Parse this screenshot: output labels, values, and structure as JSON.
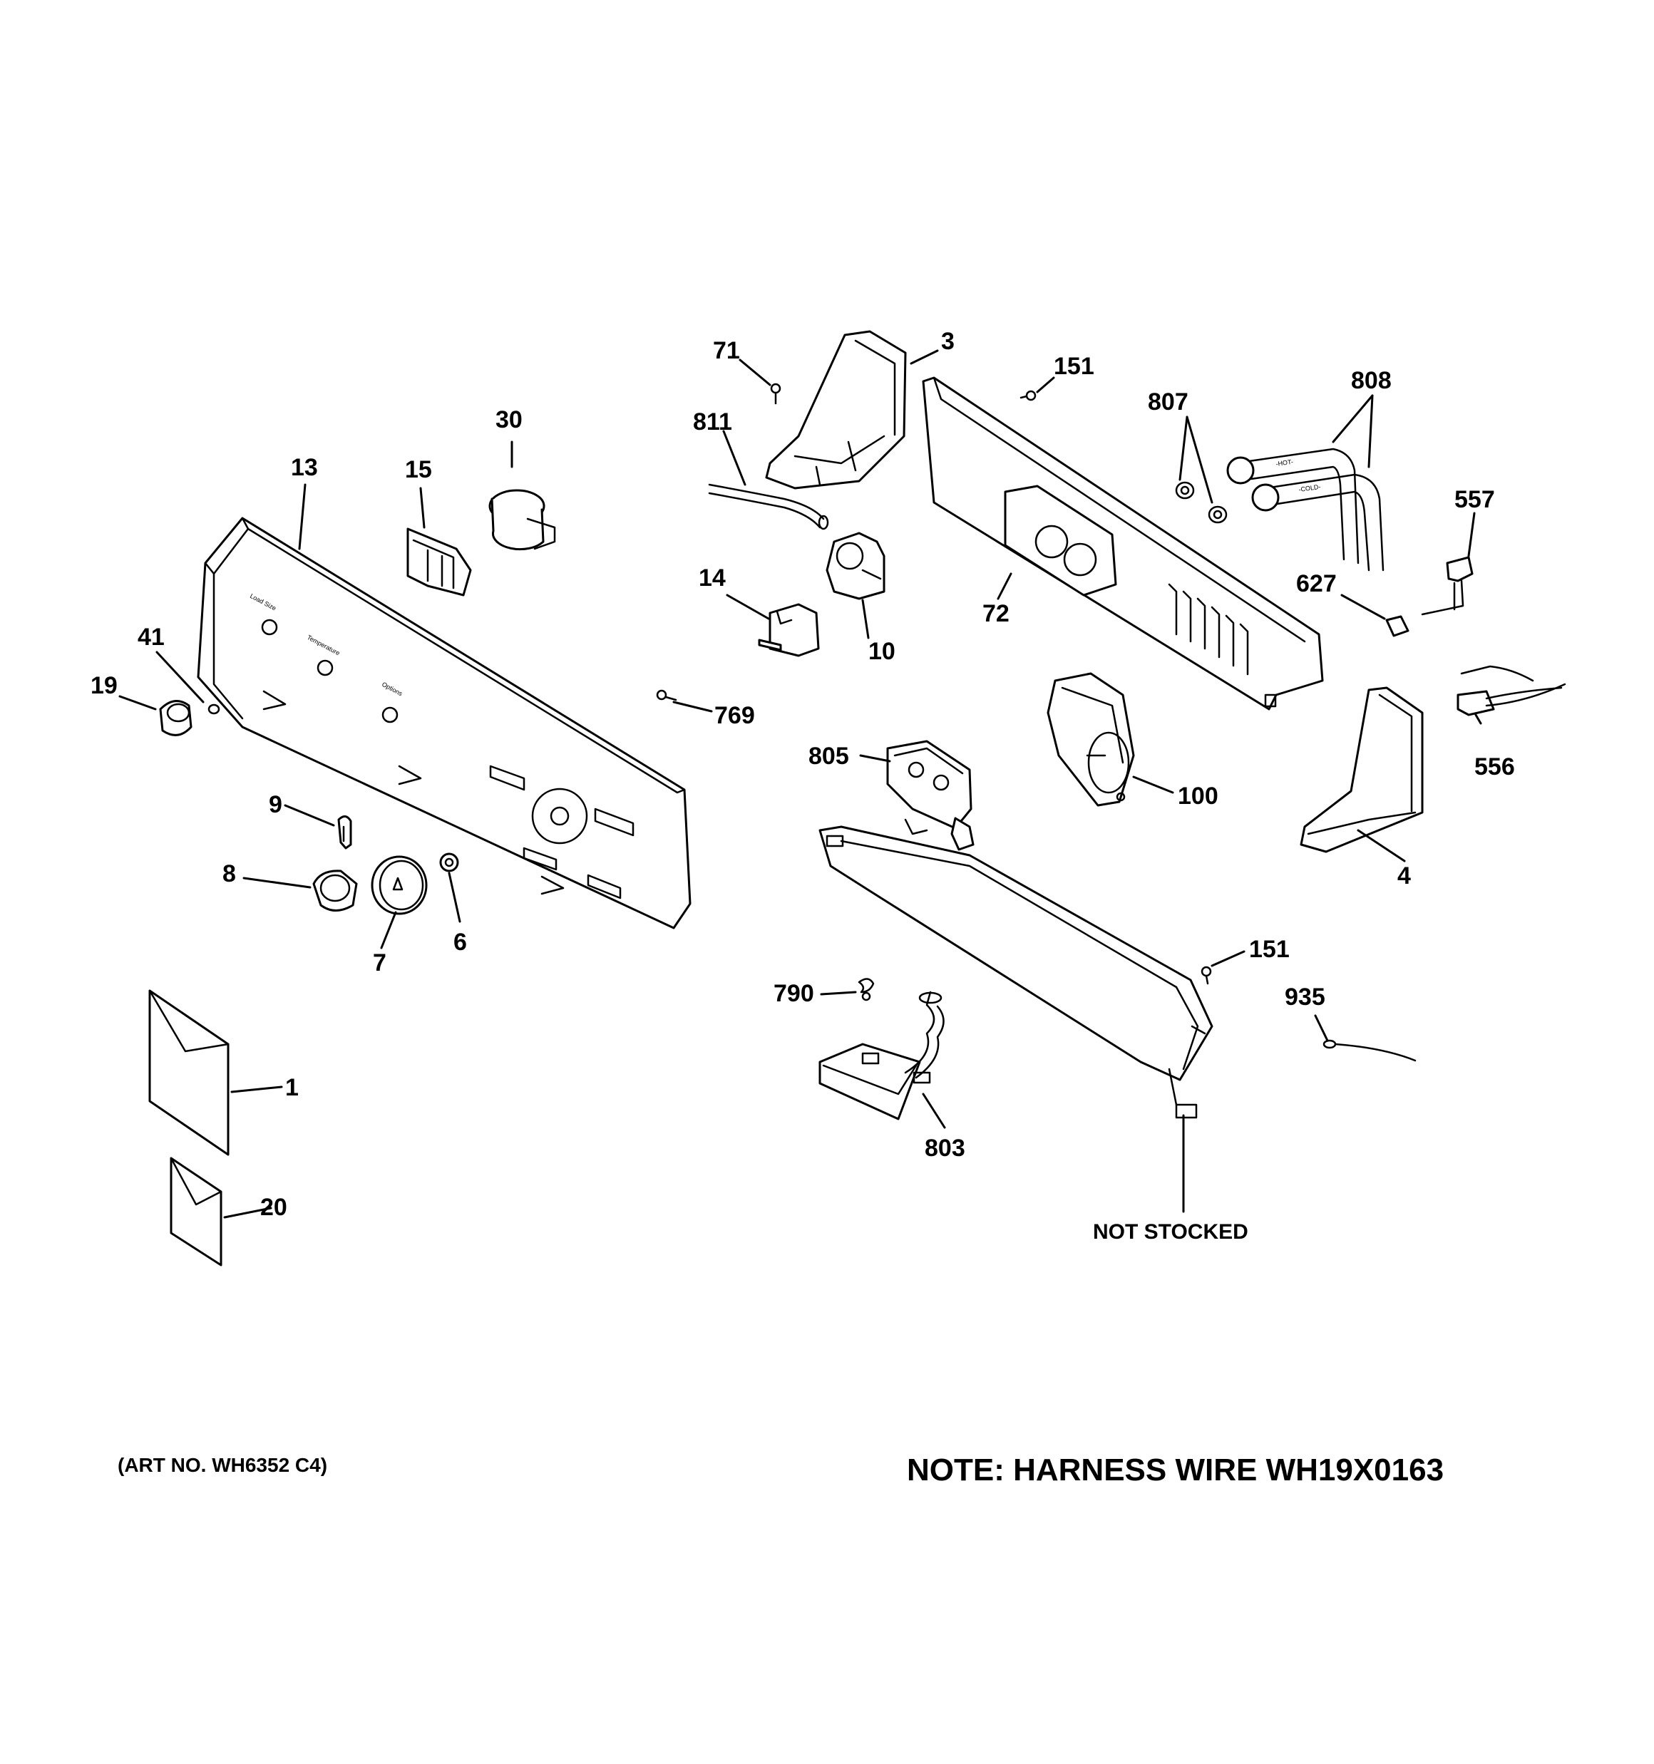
{
  "callouts": {
    "c71": "71",
    "c3": "3",
    "c151a": "151",
    "c807": "807",
    "c808": "808",
    "c811": "811",
    "c30": "30",
    "c13": "13",
    "c15": "15",
    "c557": "557",
    "c14": "14",
    "c10": "10",
    "c72": "72",
    "c627": "627",
    "c41": "41",
    "c19": "19",
    "c769": "769",
    "c556": "556",
    "c805": "805",
    "c100": "100",
    "c9": "9",
    "c8": "8",
    "c6": "6",
    "c7": "7",
    "c4": "4",
    "c151b": "151",
    "c790": "790",
    "c935": "935",
    "c1": "1",
    "c803": "803",
    "c20": "20"
  },
  "labels": {
    "not_stocked": "NOT STOCKED",
    "art_no": "(ART NO. WH6352 C4)",
    "note": "NOTE: HARNESS WIRE WH19X0163"
  },
  "hose_labels": {
    "hot": "-HOT-",
    "cold": "-COLD-"
  },
  "panel_labels": {
    "load_size": "Load Size",
    "temperature": "Temperature",
    "options": "Options"
  }
}
